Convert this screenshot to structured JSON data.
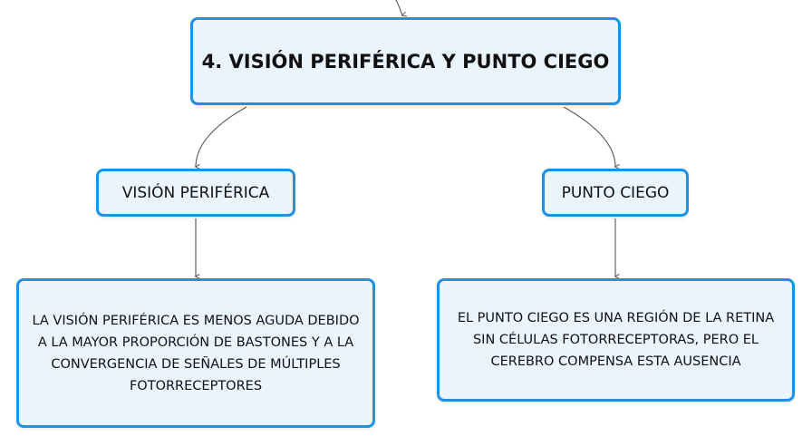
{
  "colors": {
    "node_border": "#1e90e6",
    "node_fill": "#e9f4fd",
    "connector": "#555555",
    "text": "#111111"
  },
  "root": {
    "label": "4. VISIÓN PERIFÉRICA Y PUNTO CIEGO"
  },
  "branches": [
    {
      "label": "VISIÓN PERIFÉRICA",
      "detail": "LA VISIÓN PERIFÉRICA ES MENOS AGUDA DEBIDO A LA MAYOR PROPORCIÓN DE BASTONES Y A LA CONVERGENCIA DE SEÑALES DE MÚLTIPLES FOTORRECEPTORES"
    },
    {
      "label": "PUNTO CIEGO",
      "detail": "EL PUNTO CIEGO ES UNA REGIÓN DE LA RETINA SIN CÉLULAS FOTORRECEPTORAS, PERO EL CEREBRO COMPENSA ESTA AUSENCIA"
    }
  ]
}
